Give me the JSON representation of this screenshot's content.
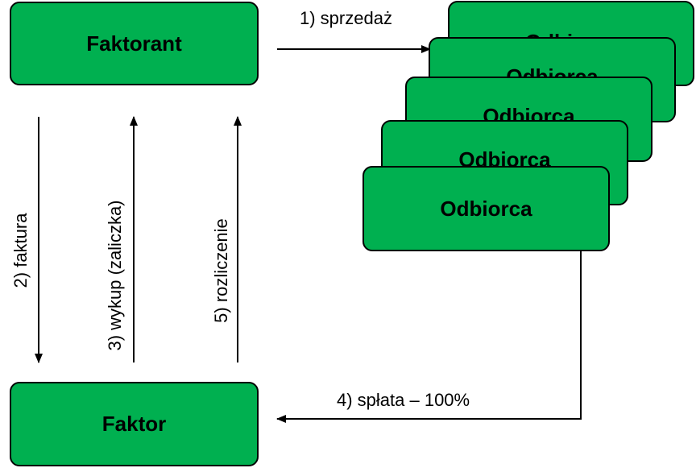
{
  "nodes": {
    "faktorant": "Faktorant",
    "faktor": "Faktor",
    "odbiorca": [
      "Odbiorca",
      "Odbiorca",
      "Odbiorca",
      "Odbiorca",
      "Odbiorca"
    ]
  },
  "edges": {
    "sprzedaz": "1) sprzedaż",
    "faktura": "2) faktura",
    "wykup": "3) wykup (zaliczka)",
    "splata": "4) spłata – 100%",
    "rozliczenie": "5) rozliczenie"
  },
  "colors": {
    "box_fill": "#00b050",
    "stroke": "#000000"
  }
}
